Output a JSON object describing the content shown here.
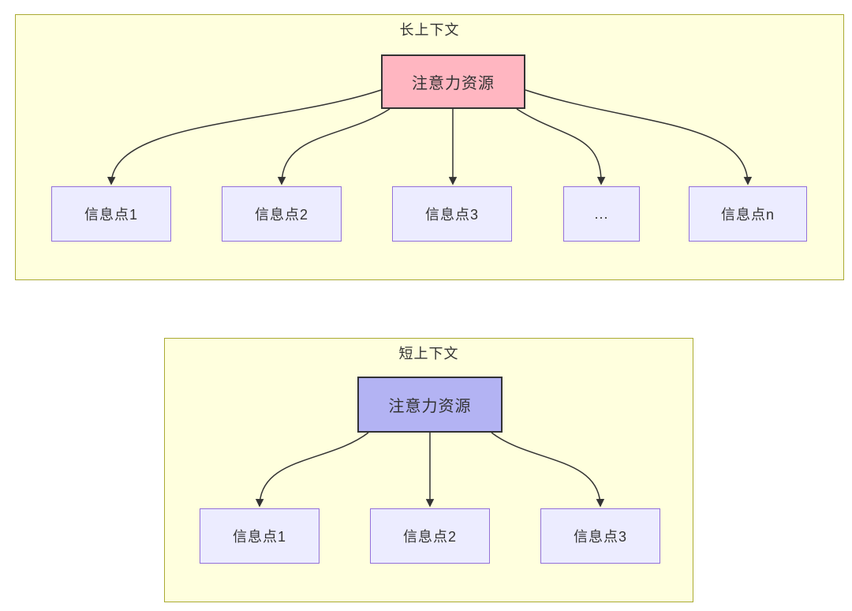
{
  "colors": {
    "panel_fill": "#ffffde",
    "panel_border": "#aaaa33",
    "node_fill": "#ececff",
    "node_border": "#9370db",
    "long_source_fill": "#ffb6c1",
    "short_source_fill": "#b3b3f3",
    "source_border": "#333333",
    "edge": "#333333",
    "text": "#333333"
  },
  "panels": [
    {
      "title": "长上下文",
      "source_label": "注意力资源",
      "targets": [
        {
          "label": "信息点1"
        },
        {
          "label": "信息点2"
        },
        {
          "label": "信息点3"
        },
        {
          "label": "..."
        },
        {
          "label": "信息点n"
        }
      ]
    },
    {
      "title": "短上下文",
      "source_label": "注意力资源",
      "targets": [
        {
          "label": "信息点1"
        },
        {
          "label": "信息点2"
        },
        {
          "label": "信息点3"
        }
      ]
    }
  ]
}
